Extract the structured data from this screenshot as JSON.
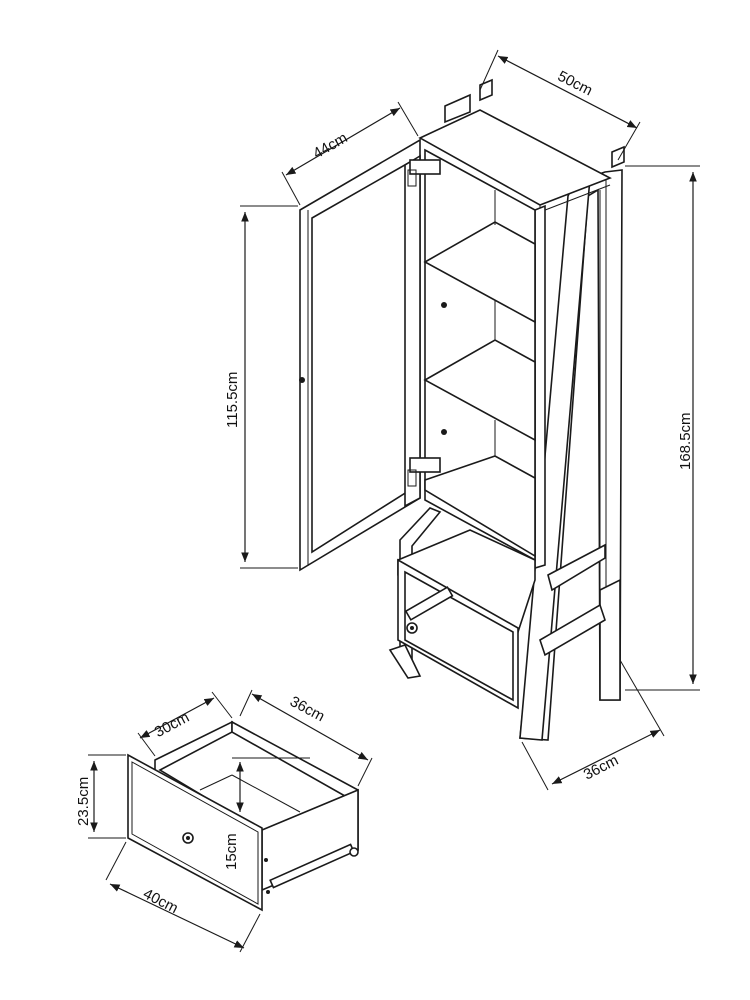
{
  "dimensions": {
    "cabinet_depth": "50cm",
    "door_width": "44cm",
    "door_height": "115.5cm",
    "total_height": "168.5cm",
    "base_depth": "36cm",
    "drawer_depth": "30cm",
    "drawer_length": "36cm",
    "drawer_height": "23.5cm",
    "drawer_inner_height": "15cm",
    "drawer_width": "40cm"
  }
}
